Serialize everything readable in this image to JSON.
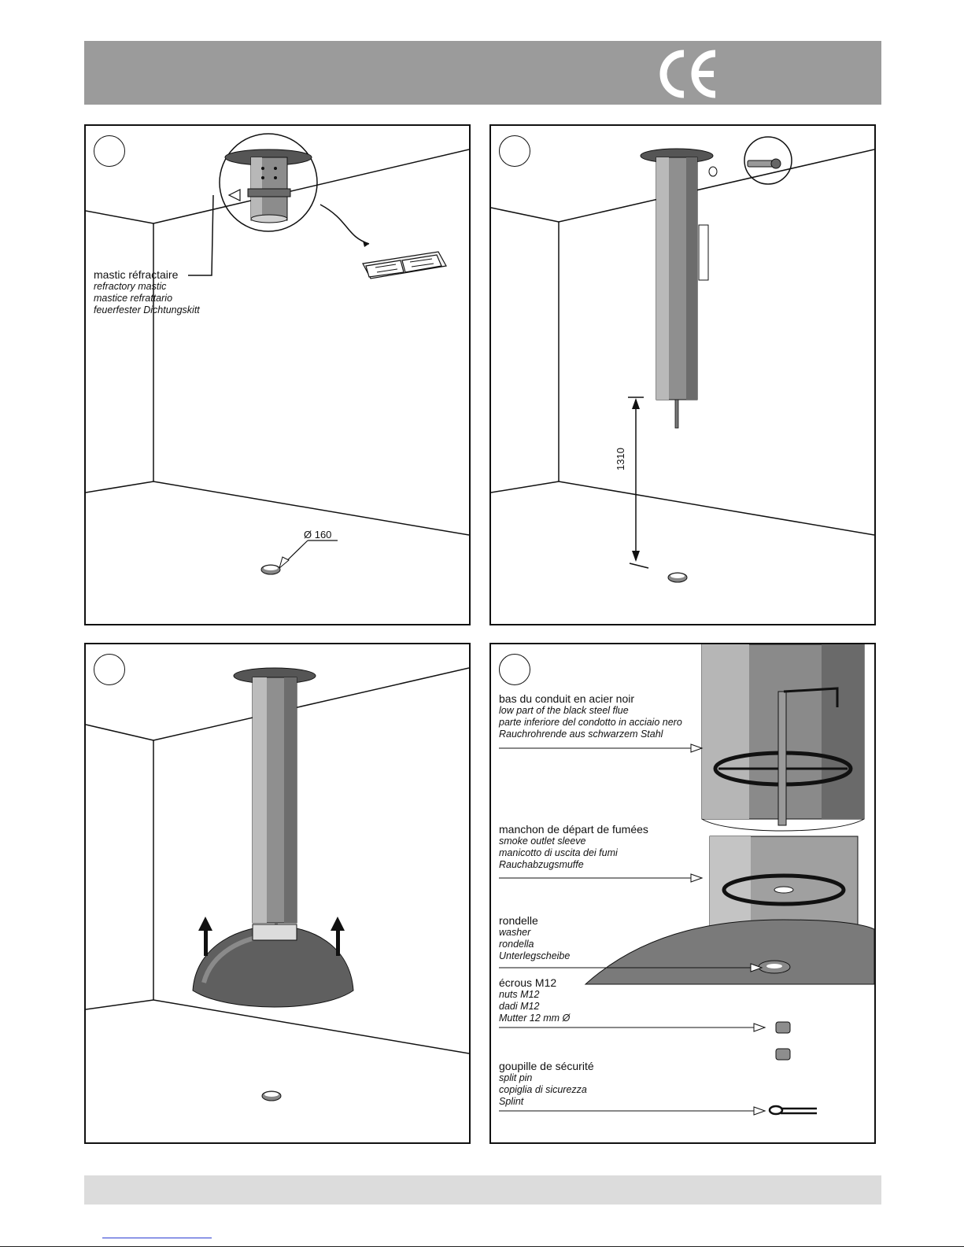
{
  "header": {
    "mark": "CE"
  },
  "panel1": {
    "mastic": [
      "mastic réfractaire",
      "refractory mastic",
      "mastice refrattario",
      "feuerfester Dichtungskitt"
    ],
    "diameter": "Ø 160"
  },
  "panel2": {
    "height": "1310"
  },
  "panel4": {
    "flue": [
      "bas du conduit en acier noir",
      "low part of the black steel flue",
      "parte inferiore del condotto in acciaio nero",
      "Rauchrohrende aus schwarzem Stahl"
    ],
    "sleeve": [
      "manchon de départ de fumées",
      "smoke outlet sleeve",
      "manicotto di uscita dei fumi",
      "Rauchabzugsmuffe"
    ],
    "washer": [
      "rondelle",
      "washer",
      "rondella",
      "Unterlegscheibe"
    ],
    "nuts": [
      "écrous M12",
      "nuts M12",
      "dadi M12",
      "Mutter 12 mm Ø"
    ],
    "pin": [
      "goupille de sécurité",
      "split pin",
      "copiglia di sicurezza",
      "Splint"
    ]
  }
}
